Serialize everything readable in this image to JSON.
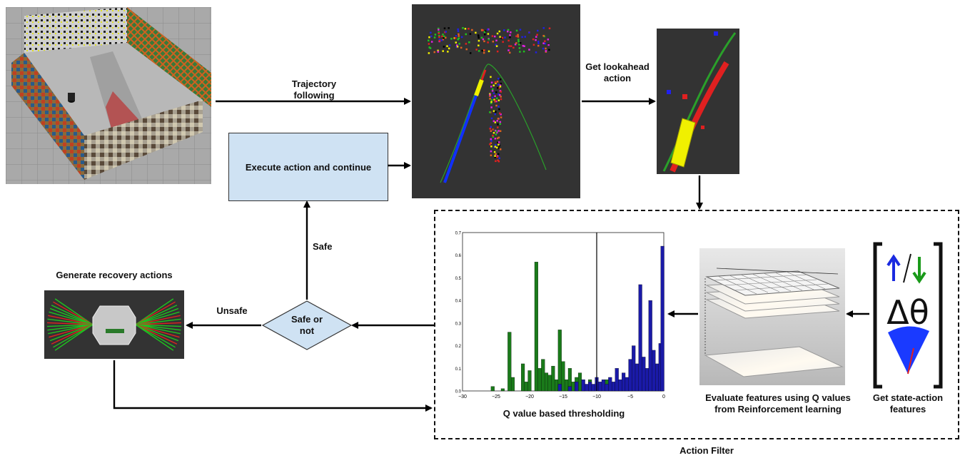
{
  "labels": {
    "trajectory_following": "Trajectory following",
    "get_lookahead_action": "Get lookahead action",
    "execute_action": "Execute action and continue",
    "safe": "Safe",
    "unsafe": "Unsafe",
    "safe_or_not": "Safe or not",
    "generate_recovery": "Generate recovery actions",
    "q_thresholding": "Q value based thresholding",
    "evaluate_features": "Evaluate features using Q values from Reinforcement learning",
    "get_features": "Get state-action features",
    "action_filter": "Action Filter",
    "delta_theta": "Δθ"
  },
  "colors": {
    "box_fill": "#cfe2f3",
    "panel_bg": "#333333",
    "green_bar": "#1a7a1a",
    "blue_bar": "#1a1aa8",
    "trajectory": "#2aa02a",
    "path_blue": "#1030ff",
    "robot_yellow": "#f0f000",
    "obstacle_red": "#e02020"
  },
  "chart_data": {
    "type": "bar",
    "title": "",
    "xlabel": "",
    "ylabel": "",
    "xlim": [
      -30,
      0
    ],
    "ylim": [
      0,
      0.7
    ],
    "xticks": [
      "−30",
      "−25",
      "−20",
      "−15",
      "−10",
      "−5",
      "0"
    ],
    "yticks": [
      "0.0",
      "0.1",
      "0.2",
      "0.3",
      "0.4",
      "0.5",
      "0.6",
      "0.7"
    ],
    "threshold_x": -10,
    "series": [
      {
        "color": "green",
        "x": [
          -25.5,
          -24,
          -23,
          -22.5,
          -21,
          -20.5,
          -20,
          -19,
          -18.5,
          -18,
          -17.5,
          -17,
          -16.5,
          -16,
          -15.5,
          -15,
          -14.5,
          -14,
          -13.5,
          -13,
          -12.5,
          -12,
          -11,
          -10.5,
          -9.5,
          -9,
          -8.5,
          -8,
          -7.5,
          -7,
          -6.5,
          -6,
          -5.5,
          -5,
          -4.5,
          -4,
          -3.5,
          -3,
          -2.5,
          -2,
          -1.5,
          -1,
          -0.5
        ],
        "values": [
          0.02,
          0.01,
          0.26,
          0.06,
          0.12,
          0.04,
          0.09,
          0.57,
          0.1,
          0.14,
          0.08,
          0.07,
          0.11,
          0.05,
          0.27,
          0.13,
          0.05,
          0.1,
          0.04,
          0.06,
          0.08,
          0.03,
          0.05,
          0.02,
          0.03,
          0.02,
          0.05,
          0.03,
          0.02,
          0.04,
          0.02,
          0.05,
          0.03,
          0.02,
          0.04,
          0.02,
          0.02,
          0.03,
          0.02,
          0.02,
          0.03,
          0.02,
          0.02
        ]
      },
      {
        "color": "blue",
        "x": [
          -15.5,
          -14,
          -13,
          -12,
          -11.5,
          -11,
          -10.5,
          -10,
          -9.5,
          -9,
          -8.5,
          -8,
          -7.5,
          -7,
          -6.5,
          -6,
          -5.5,
          -5,
          -4.5,
          -4,
          -3.5,
          -3,
          -2.5,
          -2,
          -1.5,
          -1,
          -0.5,
          -0.2
        ],
        "values": [
          0.03,
          0.02,
          0.04,
          0.05,
          0.03,
          0.04,
          0.03,
          0.06,
          0.04,
          0.05,
          0.03,
          0.06,
          0.04,
          0.1,
          0.05,
          0.08,
          0.06,
          0.14,
          0.2,
          0.12,
          0.47,
          0.15,
          0.1,
          0.4,
          0.18,
          0.12,
          0.21,
          0.64
        ]
      }
    ]
  }
}
